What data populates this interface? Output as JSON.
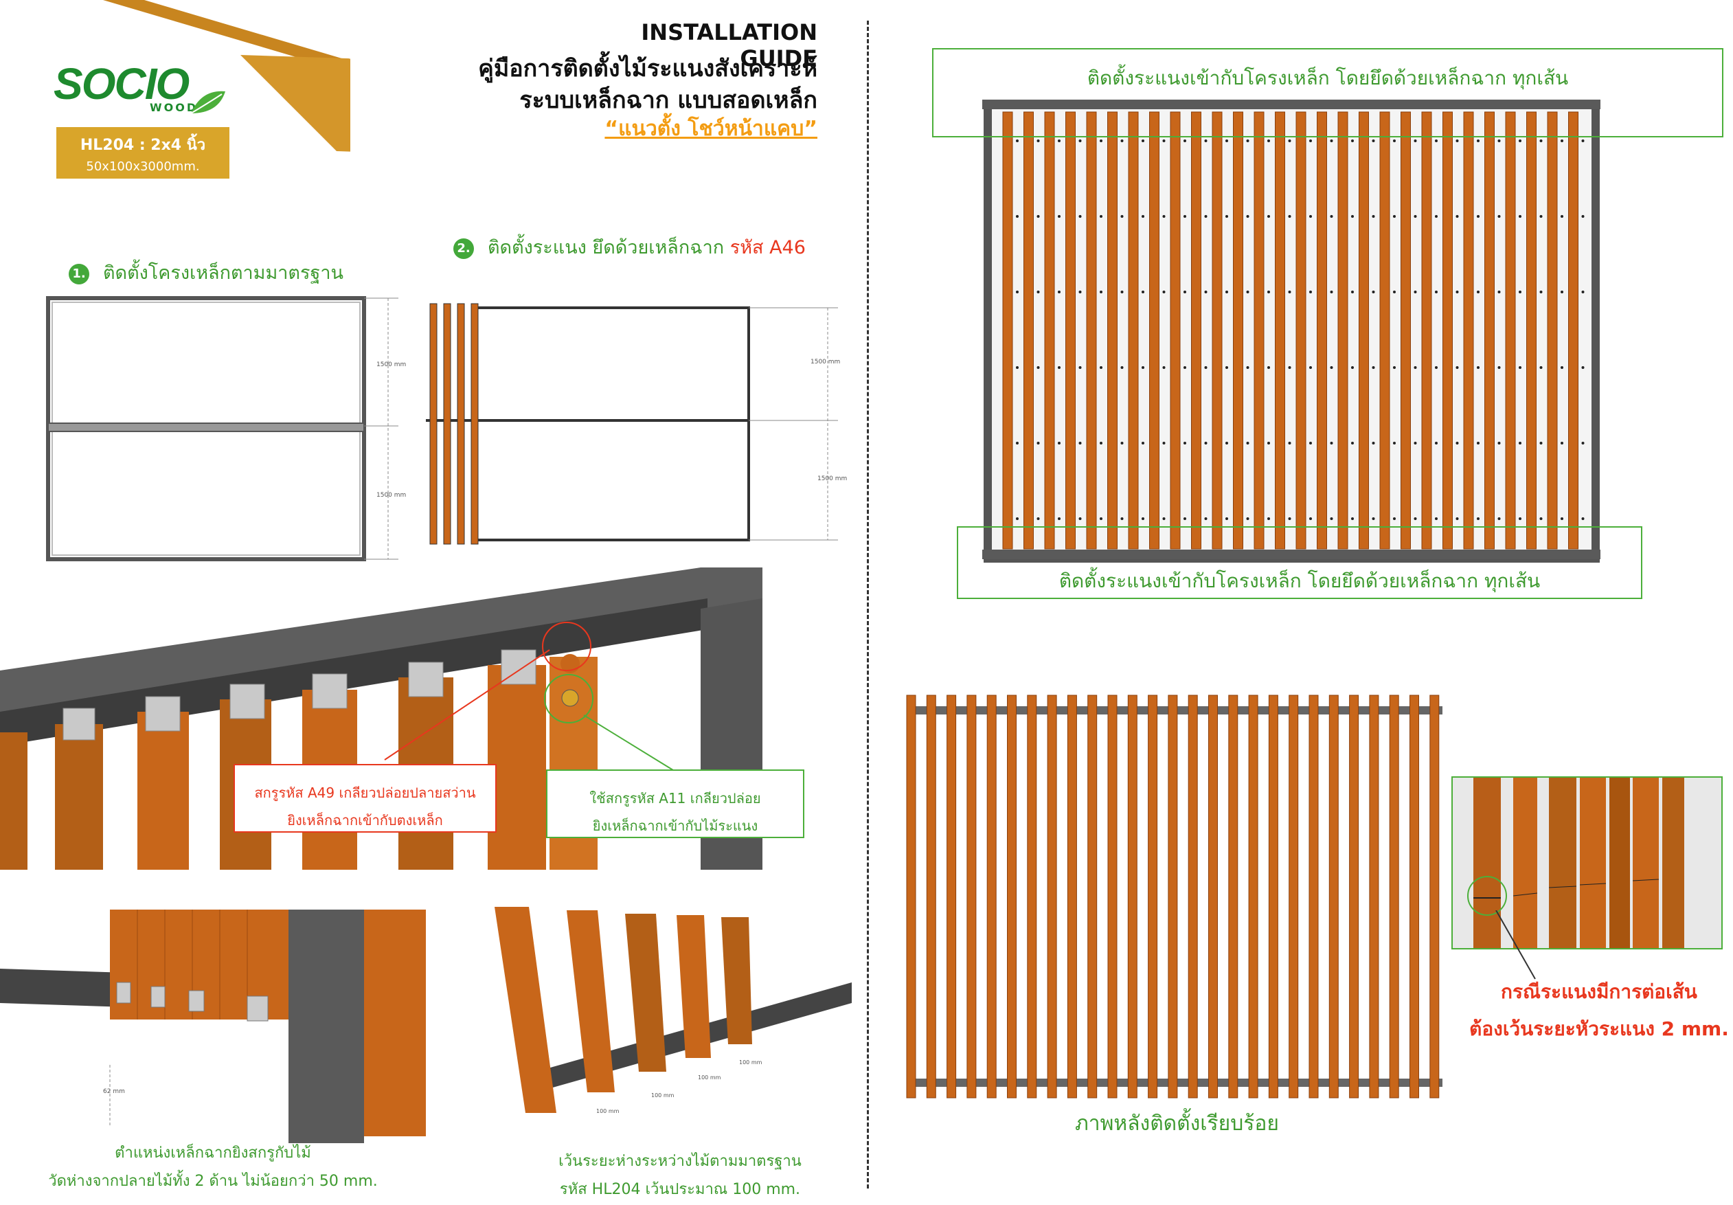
{
  "logo": {
    "brand_top": "SOCIO",
    "brand_sub": "WOOD"
  },
  "product": {
    "code": "HL204 : 2x4 นิ้ว",
    "size": "50x100x3000mm."
  },
  "header": {
    "title_en": "INSTALLATION GUIDE",
    "title_th1": "คู่มือการติดตั้งไม้ระแนงสังเคราะห์",
    "title_th2": "ระบบเหล็กฉาก แบบสอดเหล็ก",
    "subtitle": "“แนวตั้ง โชว์หน้าแคบ”"
  },
  "steps": [
    {
      "num": "1.",
      "text": "ติดตั้งโครงเหล็กตามมาตรฐาน"
    },
    {
      "num": "2.",
      "text": "ติดตั้งระแนง ยึดด้วยเหล็กฉาก",
      "code": "รหัส A46"
    }
  ],
  "dims": {
    "d1": "1500 mm",
    "d2": "1500 mm"
  },
  "callouts": {
    "red_line1": "สกรูรหัส A49 เกลียวปล่อยปลายสว่าน",
    "red_line2": "ยิงเหล็กฉากเข้ากับตงเหล็ก",
    "green_line1": "ใช้สกรูรหัส A11 เกลียวปล่อย",
    "green_line2": "ยิงเหล็กฉากเข้ากับไม้ระแนง"
  },
  "captions": {
    "bl_line1": "ตำแหน่งเหล็กฉากยิงสกรูกับไม้",
    "bl_line2": "วัดห่างจากปลายไม้ทั้ง 2 ด้าน ไม่น้อยกว่า 50 mm.",
    "bm_line1": "เว้นระยะห่างระหว่างไม้ตามมาตรฐาน",
    "bm_line2": "รหัส HL204 เว้นประมาณ 100 mm.",
    "top_note": "ติดตั้งระแนงเข้ากับโครงเหล็ก โดยยึดด้วยเหล็กฉาก ทุกเส้น",
    "bottom_note": "ติดตั้งระแนงเข้ากับโครงเหล็ก โดยยึดด้วยเหล็กฉาก ทุกเส้น",
    "finished": "ภาพหลังติดตั้งเรียบร้อย",
    "joint_line1": "กรณีระแนงมีการต่อเส้น",
    "joint_line2": "ต้องเว้นระยะหัวระแนง 2 mm."
  },
  "small_dims": {
    "d62": "62 mm",
    "s1": "100 mm",
    "s2": "100 mm",
    "s3": "100 mm",
    "s4": "100 mm"
  },
  "colors": {
    "wood": "#c8661a",
    "wood_dark": "#9c4a10",
    "steel": "#5a5a5a",
    "green": "#3e9a2f",
    "red": "#e8371e",
    "gold": "#d9a52a"
  }
}
